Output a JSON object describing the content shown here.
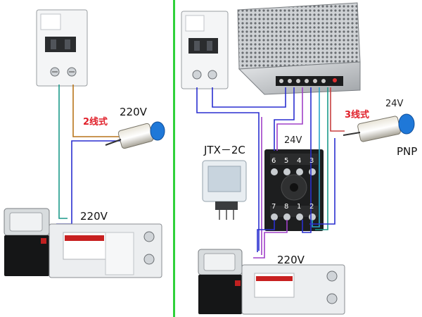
{
  "diagram": {
    "left": {
      "label_2wire": "2线式",
      "label_sensor_voltage": "220V",
      "label_valve_voltage": "220V"
    },
    "right": {
      "label_relay_model": "JTX－2C",
      "label_socket_voltage": "24V",
      "label_3wire": "3线式",
      "label_sensor_voltage": "24V",
      "label_sensor_type": "PNP",
      "label_valve_voltage": "220V",
      "socket_terminals_top": [
        "6",
        "5",
        "4",
        "3"
      ],
      "socket_terminals_bottom": [
        "7",
        "8",
        "1",
        "2"
      ]
    },
    "colors": {
      "divider": "#2fd13a",
      "wire_blue": "#2a2fd0",
      "wire_brown": "#b8741a",
      "wire_green": "#1c9a8a",
      "wire_purple": "#a040c8",
      "wire_cyan": "#2aa8c8",
      "wire_black": "#111111",
      "sensor_cap": "#1f78d8"
    },
    "icons": [
      "circuit-breaker-icon",
      "proximity-sensor-icon",
      "solenoid-valve-icon",
      "power-supply-icon",
      "relay-icon",
      "relay-socket-icon"
    ]
  }
}
